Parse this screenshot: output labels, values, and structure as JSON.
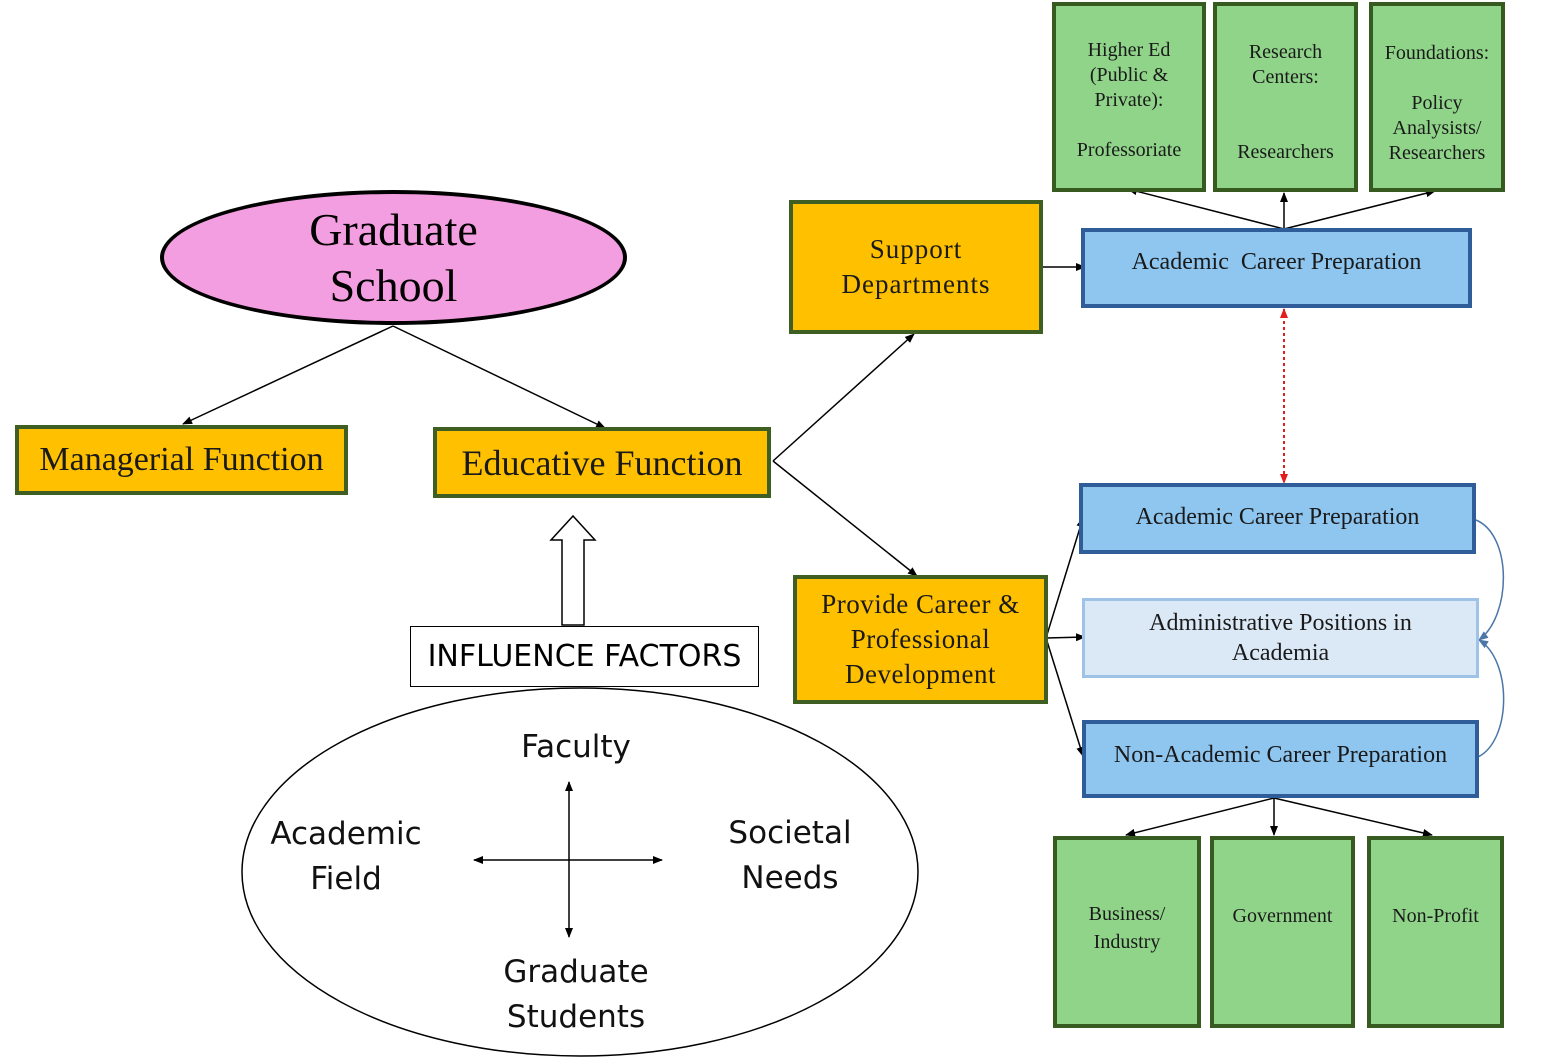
{
  "graduate_school": "Graduate\nSchool",
  "managerial_function": "Managerial Function",
  "educative_function": "Educative Function",
  "support_departments": "Support\nDepartments",
  "provide_career": "Provide Career &\nProfessional\nDevelopment",
  "influence_factors": "INFLUENCE FACTORS",
  "factors": {
    "top": "Faculty",
    "left": "Academic\nField",
    "right": "Societal\nNeeds",
    "bottom": "Graduate\nStudents"
  },
  "academic_career_top": "Academic  Career Preparation",
  "academic_career": "Academic Career Preparation",
  "administrative_positions": "Administrative Positions in\nAcademia",
  "non_academic_career": "Non-Academic Career Preparation",
  "academic_destinations": [
    "Higher Ed\n(Public &\nPrivate):\n\nProfessoriate",
    "Research\nCenters:\n\n\nResearchers",
    "Foundations:\n\nPolicy\nAnalysists/\nResearchers"
  ],
  "non_academic_destinations": [
    "Business/\nIndustry",
    "Government",
    "Non-Profit"
  ],
  "colors": {
    "pink": "#f39ee0",
    "orange": "#ffc000",
    "blue": "#8ec6f0",
    "light_blue": "#dbe8f5",
    "green": "#90d48a",
    "red_dotted": "#e31c1c"
  }
}
